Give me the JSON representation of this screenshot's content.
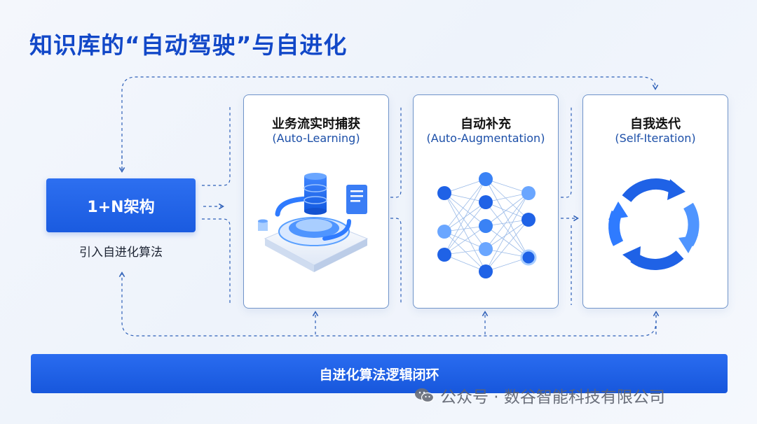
{
  "title": "知识库的“自动驾驶”与自进化",
  "architecture": {
    "label": "1+N架构",
    "subtitle": "引入自进化算法"
  },
  "cards": [
    {
      "title": "业务流实时捕获",
      "subtitle": "(Auto-Learning)",
      "icon": "database-cycle-icon"
    },
    {
      "title": "自动补充",
      "subtitle": "(Auto-Augmentation)",
      "icon": "neural-network-icon"
    },
    {
      "title": "自我迭代",
      "subtitle": "(Self-Iteration)",
      "icon": "refresh-cycle-icon"
    }
  ],
  "bottom_bar": {
    "label": "自进化算法逻辑闭环"
  },
  "watermark": {
    "text": "公众号 · 数谷智能科技有限公司",
    "icon": "wechat-icon"
  },
  "colors": {
    "primary": "#1a5be0",
    "title": "#1248c8",
    "card_border": "#6f93c9",
    "accent_light": "#5aa0ff"
  }
}
